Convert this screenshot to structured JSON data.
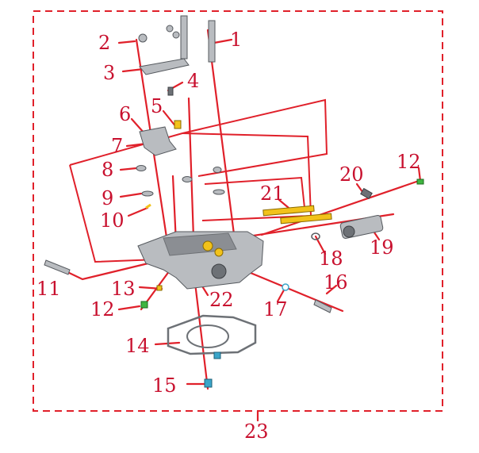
{
  "diagram": {
    "assembly_number": "23",
    "callouts": [
      {
        "id": "c1",
        "text": "1"
      },
      {
        "id": "c2",
        "text": "2"
      },
      {
        "id": "c3",
        "text": "3"
      },
      {
        "id": "c4",
        "text": "4"
      },
      {
        "id": "c5",
        "text": "5"
      },
      {
        "id": "c6",
        "text": "6"
      },
      {
        "id": "c7",
        "text": "7"
      },
      {
        "id": "c8",
        "text": "8"
      },
      {
        "id": "c9",
        "text": "9"
      },
      {
        "id": "c10",
        "text": "10"
      },
      {
        "id": "c11",
        "text": "11"
      },
      {
        "id": "c12a",
        "text": "12"
      },
      {
        "id": "c12b",
        "text": "12"
      },
      {
        "id": "c13",
        "text": "13"
      },
      {
        "id": "c14",
        "text": "14"
      },
      {
        "id": "c15",
        "text": "15"
      },
      {
        "id": "c16",
        "text": "16"
      },
      {
        "id": "c17",
        "text": "17"
      },
      {
        "id": "c18",
        "text": "18"
      },
      {
        "id": "c19",
        "text": "19"
      },
      {
        "id": "c20",
        "text": "20"
      },
      {
        "id": "c21",
        "text": "21"
      },
      {
        "id": "c22",
        "text": "22"
      },
      {
        "id": "c23",
        "text": "23"
      }
    ],
    "colors": {
      "leader": "#e0202a",
      "label": "#c8102e",
      "metal": "#b9bcc0",
      "accent_yellow": "#f2c21a",
      "accent_green": "#3fb540"
    }
  }
}
